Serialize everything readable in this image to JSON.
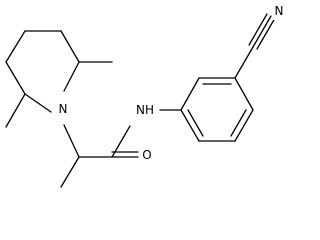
{
  "molecule": {
    "atom_labels": {
      "nitrogen_ring": "N",
      "amide_nh": "NH",
      "carbonyl_oxygen": "O",
      "nitrile_nitrogen": "N"
    },
    "colors": {
      "bond": "#000000",
      "label": "#000000",
      "background": "#ffffff"
    }
  }
}
